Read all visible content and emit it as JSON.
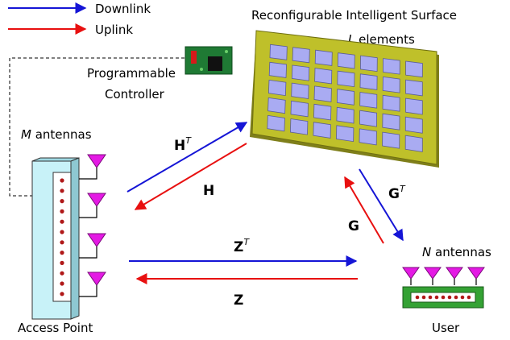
{
  "legend": {
    "downlink": "Downlink",
    "uplink": "Uplink"
  },
  "ris": {
    "title": "Reconfigurable Intelligent Surface",
    "count_symbol": "L",
    "count_text": " elements",
    "rows": 5,
    "cols": 7
  },
  "controller": {
    "line1": "Programmable",
    "line2": "Controller"
  },
  "access_point": {
    "antennas_symbol": "M",
    "antennas_text": " antennas",
    "label": "Access Point",
    "antenna_count": 4,
    "dot_count": 12
  },
  "user": {
    "antennas_symbol": "N",
    "antennas_text": " antennas",
    "label": "User",
    "antenna_count": 4,
    "dot_count": 9
  },
  "channels": {
    "h_t": "H",
    "h": "H",
    "g_t": "G",
    "g": "G",
    "z_t": "Z",
    "z": "Z",
    "transpose": "T"
  },
  "colors": {
    "downlink": "#1515d6",
    "uplink": "#e81010",
    "ris_board": "#bfc02a",
    "ris_element": "#a9abf2",
    "antenna": "#e41ae4",
    "ap_body": "#c8f2f8",
    "user_board": "#34a234",
    "dot": "#b01818"
  }
}
